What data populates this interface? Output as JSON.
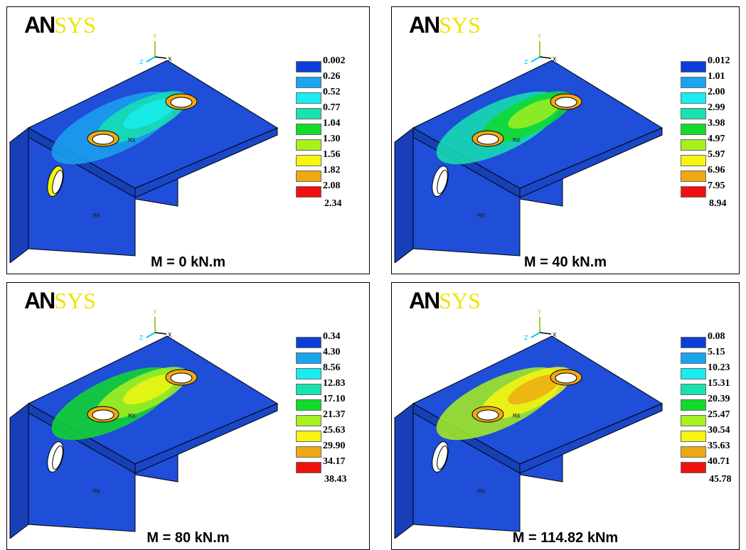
{
  "logo": {
    "prefix": "AN",
    "suffix": "SYS"
  },
  "triad": {
    "y": "Y",
    "z": "Z",
    "x": "X"
  },
  "marks": {
    "max": "MX",
    "min": "MN"
  },
  "colors": {
    "contour": [
      "#0b3fd8",
      "#1aa4f0",
      "#18eef0",
      "#18e2b0",
      "#12da2a",
      "#a8f020",
      "#f6f612",
      "#f0a812",
      "#f01010"
    ],
    "base_blue": "#1f4ed8",
    "logo_yellow": "#f0e400"
  },
  "panels": [
    {
      "caption": "M = 0 kN.m",
      "legend": [
        "0.002",
        "0.26",
        "0.52",
        "0.77",
        "1.04",
        "1.30",
        "1.56",
        "1.82",
        "2.08",
        "2.34"
      ]
    },
    {
      "caption": "M = 40 kN.m",
      "legend": [
        "0.012",
        "1.01",
        "2.00",
        "2.99",
        "3.98",
        "4.97",
        "5.97",
        "6.96",
        "7.95",
        "8.94"
      ]
    },
    {
      "caption": "M = 80 kN.m",
      "legend": [
        "0.34",
        "4.30",
        "8.56",
        "12.83",
        "17.10",
        "21.37",
        "25.63",
        "29.90",
        "34.17",
        "38.43"
      ]
    },
    {
      "caption": "M = 114.82 kNm",
      "legend": [
        "0.08",
        "5.15",
        "10.23",
        "15.31",
        "20.39",
        "25.47",
        "30.54",
        "35.63",
        "40.71",
        "45.78"
      ]
    }
  ]
}
